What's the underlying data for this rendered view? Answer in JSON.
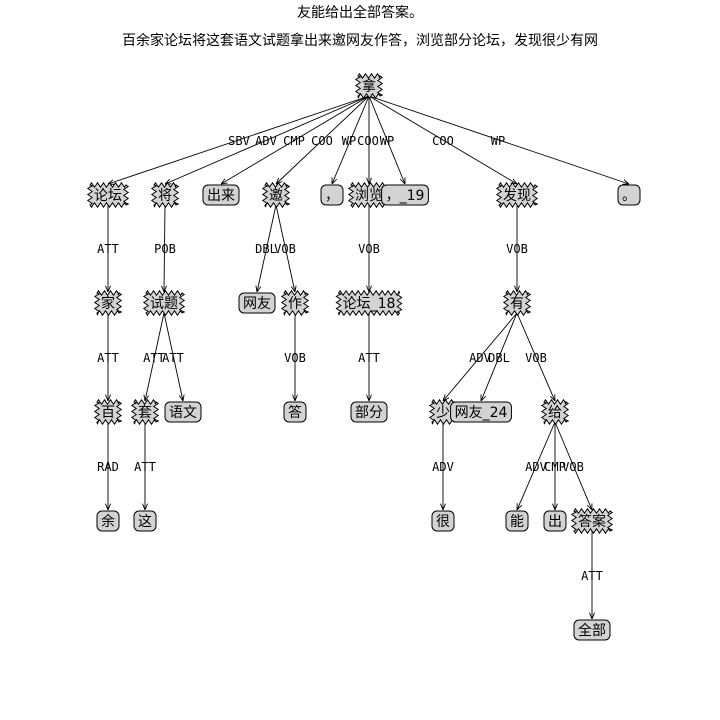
{
  "title": {
    "line1": "友能给出全部答案。",
    "line2": "百余家论坛将这套语文试题拿出来邀网友作答，浏览部分论坛，发现很少有网"
  },
  "nodes": [
    {
      "id": "n_root",
      "text": "拿",
      "style": "zig"
    },
    {
      "id": "n_luntan",
      "text": "论坛",
      "style": "zig"
    },
    {
      "id": "n_jiang",
      "text": "将",
      "style": "zig"
    },
    {
      "id": "n_chulai",
      "text": "出来",
      "style": "round"
    },
    {
      "id": "n_yao",
      "text": "邀",
      "style": "zig"
    },
    {
      "id": "n_comma1",
      "text": "，",
      "style": "round"
    },
    {
      "id": "n_liulan",
      "text": "浏览",
      "style": "zig"
    },
    {
      "id": "n_comma19",
      "text": "，_19",
      "style": "round"
    },
    {
      "id": "n_faxian",
      "text": "发现",
      "style": "zig"
    },
    {
      "id": "n_period",
      "text": "。",
      "style": "round"
    },
    {
      "id": "n_jia",
      "text": "家",
      "style": "zig"
    },
    {
      "id": "n_shiti",
      "text": "试题",
      "style": "zig"
    },
    {
      "id": "n_wangyou",
      "text": "网友",
      "style": "round"
    },
    {
      "id": "n_zuo",
      "text": "作",
      "style": "zig"
    },
    {
      "id": "n_luntan18",
      "text": "论坛_18",
      "style": "zig"
    },
    {
      "id": "n_you",
      "text": "有",
      "style": "zig"
    },
    {
      "id": "n_bai",
      "text": "百",
      "style": "zig"
    },
    {
      "id": "n_tao",
      "text": "套",
      "style": "zig"
    },
    {
      "id": "n_yuwen",
      "text": "语文",
      "style": "round"
    },
    {
      "id": "n_da",
      "text": "答",
      "style": "round"
    },
    {
      "id": "n_bufen",
      "text": "部分",
      "style": "round"
    },
    {
      "id": "n_shao",
      "text": "少",
      "style": "zig"
    },
    {
      "id": "n_wangyou24",
      "text": "网友_24",
      "style": "round"
    },
    {
      "id": "n_gei",
      "text": "给",
      "style": "zig"
    },
    {
      "id": "n_yu",
      "text": "余",
      "style": "round"
    },
    {
      "id": "n_zhe",
      "text": "这",
      "style": "round"
    },
    {
      "id": "n_hen",
      "text": "很",
      "style": "round"
    },
    {
      "id": "n_neng",
      "text": "能",
      "style": "round"
    },
    {
      "id": "n_chu",
      "text": "出",
      "style": "round"
    },
    {
      "id": "n_daan",
      "text": "答案",
      "style": "zig"
    },
    {
      "id": "n_quanbu",
      "text": "全部",
      "style": "round"
    }
  ],
  "edges": [
    {
      "from": "n_root",
      "to": "n_luntan",
      "label": "SBV"
    },
    {
      "from": "n_root",
      "to": "n_jiang",
      "label": "ADV"
    },
    {
      "from": "n_root",
      "to": "n_chulai",
      "label": "CMP"
    },
    {
      "from": "n_root",
      "to": "n_yao",
      "label": "COO"
    },
    {
      "from": "n_root",
      "to": "n_comma1",
      "label": "WP"
    },
    {
      "from": "n_root",
      "to": "n_liulan",
      "label": "COO"
    },
    {
      "from": "n_root",
      "to": "n_comma19",
      "label": "WP"
    },
    {
      "from": "n_root",
      "to": "n_faxian",
      "label": "COO"
    },
    {
      "from": "n_root",
      "to": "n_period",
      "label": "WP"
    },
    {
      "from": "n_luntan",
      "to": "n_jia",
      "label": "ATT"
    },
    {
      "from": "n_jiang",
      "to": "n_shiti",
      "label": "POB"
    },
    {
      "from": "n_yao",
      "to": "n_wangyou",
      "label": "DBL"
    },
    {
      "from": "n_yao",
      "to": "n_zuo",
      "label": "VOB"
    },
    {
      "from": "n_liulan",
      "to": "n_luntan18",
      "label": "VOB"
    },
    {
      "from": "n_faxian",
      "to": "n_you",
      "label": "VOB"
    },
    {
      "from": "n_jia",
      "to": "n_bai",
      "label": "ATT"
    },
    {
      "from": "n_shiti",
      "to": "n_tao",
      "label": "ATT"
    },
    {
      "from": "n_shiti",
      "to": "n_yuwen",
      "label": "ATT"
    },
    {
      "from": "n_zuo",
      "to": "n_da",
      "label": "VOB"
    },
    {
      "from": "n_luntan18",
      "to": "n_bufen",
      "label": "ATT"
    },
    {
      "from": "n_you",
      "to": "n_shao",
      "label": "ADV"
    },
    {
      "from": "n_you",
      "to": "n_wangyou24",
      "label": "DBL"
    },
    {
      "from": "n_you",
      "to": "n_gei",
      "label": "VOB"
    },
    {
      "from": "n_bai",
      "to": "n_yu",
      "label": "RAD"
    },
    {
      "from": "n_tao",
      "to": "n_zhe",
      "label": "ATT"
    },
    {
      "from": "n_shao",
      "to": "n_hen",
      "label": "ADV"
    },
    {
      "from": "n_gei",
      "to": "n_neng",
      "label": "ADV"
    },
    {
      "from": "n_gei",
      "to": "n_chu",
      "label": "CMP"
    },
    {
      "from": "n_gei",
      "to": "n_daan",
      "label": "VOB"
    },
    {
      "from": "n_daan",
      "to": "n_quanbu",
      "label": "ATT"
    }
  ]
}
